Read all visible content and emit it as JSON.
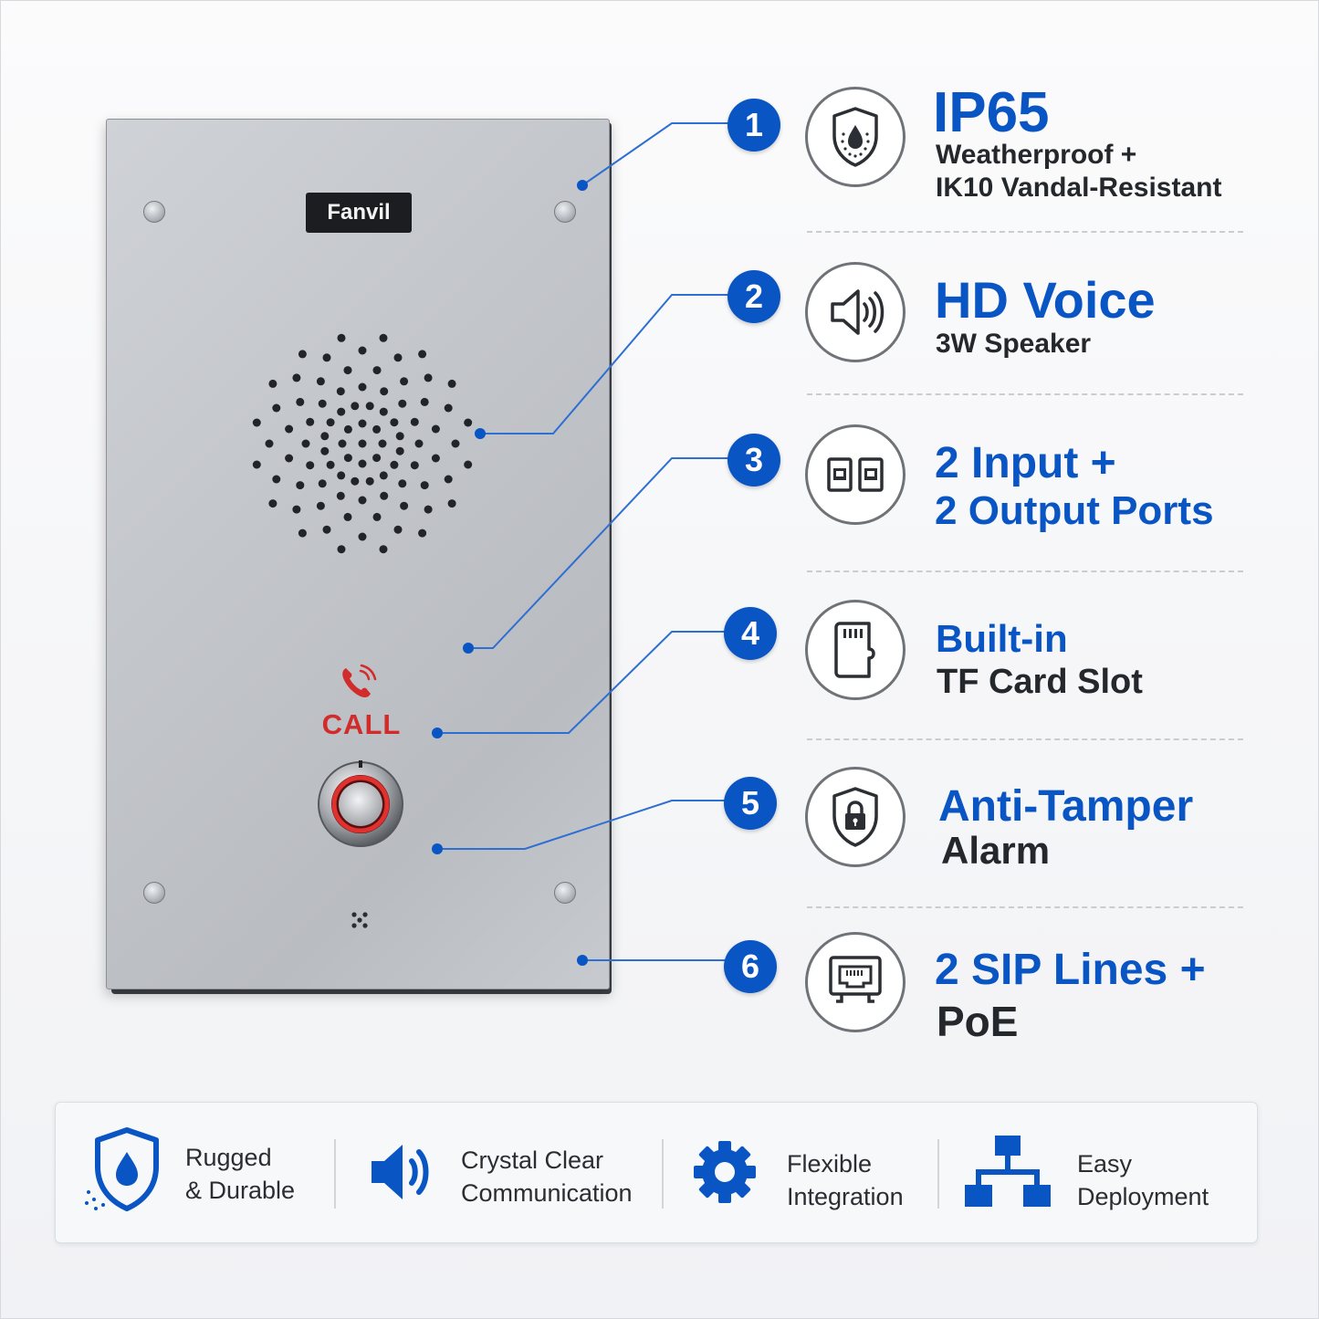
{
  "brand": "Fanvil",
  "device": {
    "call_label": "CALL"
  },
  "colors": {
    "accent_blue": "#0a55c4",
    "call_red": "#d22b2b",
    "text_dark": "#24272c"
  },
  "features": [
    {
      "number": "1",
      "icon": "waterproof-shield-icon",
      "title_lines": [
        "IP65"
      ],
      "sub_lines": [
        "Weatherproof +",
        "IK10 Vandal-Resistant"
      ]
    },
    {
      "number": "2",
      "icon": "speaker-icon",
      "title_lines": [
        "HD Voice"
      ],
      "sub_lines": [
        "3W Speaker"
      ]
    },
    {
      "number": "3",
      "icon": "io-ports-icon",
      "title_lines": [
        "2 Input +",
        "2 Output Ports"
      ],
      "sub_lines": []
    },
    {
      "number": "4",
      "icon": "tf-card-icon",
      "title_lines": [
        "Built-in"
      ],
      "sub_lines": [
        "TF Card Slot"
      ]
    },
    {
      "number": "5",
      "icon": "lock-shield-icon",
      "title_lines": [
        "Anti-Tamper"
      ],
      "sub_lines": [
        "Alarm"
      ]
    },
    {
      "number": "6",
      "icon": "ethernet-port-icon",
      "title_lines": [
        "2 SIP Lines +"
      ],
      "sub_lines": [
        "PoE"
      ]
    }
  ],
  "benefits": [
    {
      "icon": "water-drop-shield-icon",
      "lines": [
        "Rugged",
        "& Durable"
      ]
    },
    {
      "icon": "speaker-waves-icon",
      "lines": [
        "Crystal Clear",
        "Communication"
      ]
    },
    {
      "icon": "gear-icon",
      "lines": [
        "Flexible",
        "Integration"
      ]
    },
    {
      "icon": "network-tree-icon",
      "lines": [
        "Easy",
        "Deployment"
      ]
    }
  ]
}
